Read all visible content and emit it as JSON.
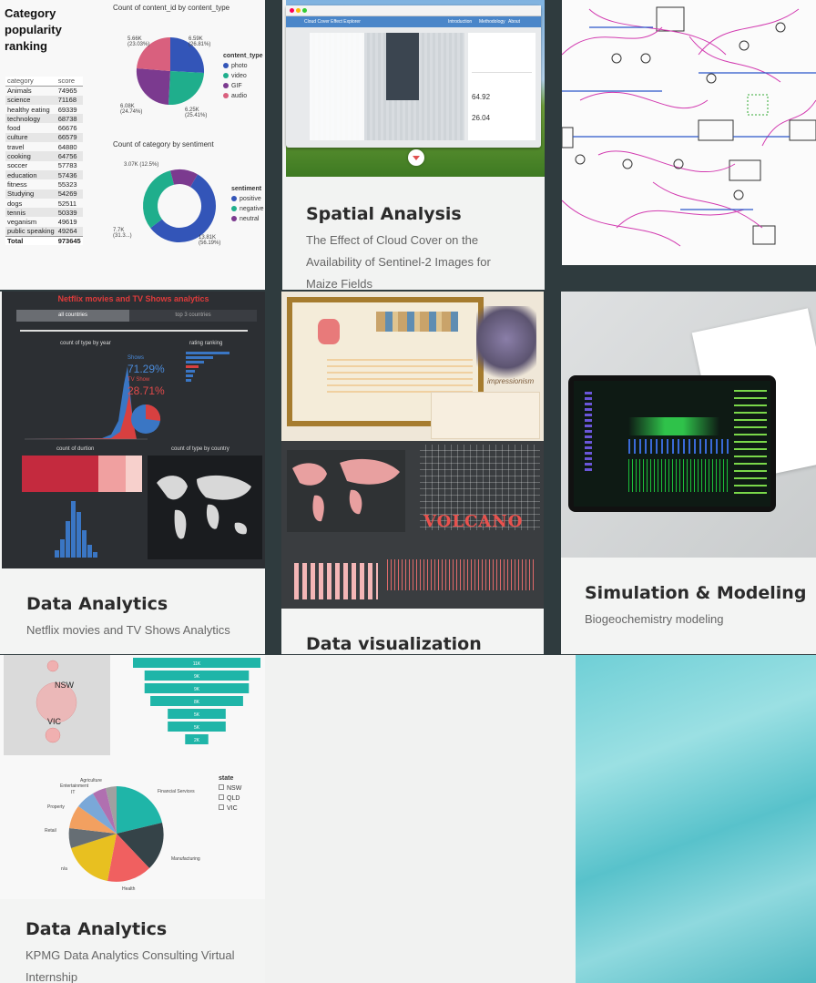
{
  "cards": [
    {
      "title": "Data Analytics",
      "description": "Category popularity ranking"
    },
    {
      "title": "Spatial Analysis",
      "description": "The Effect of Cloud Cover on the Availability of Sentinel-2 Images for Maize Fields"
    },
    {
      "title": "Simulation & Modeling",
      "description": "Biogeochemistry modeling"
    },
    {
      "title": "Data Analytics",
      "description": "Netflix movies and TV Shows Analytics"
    },
    {
      "title": "Data visualization",
      "description": "Impressionism & Volcano"
    },
    {
      "title": "Simulation & Modeling",
      "description": "Biogeochemistry modeling"
    },
    {
      "title": "Data Analytics",
      "description": "KPMG Data Analytics Consulting Virtual Internship"
    }
  ],
  "category_dashboard": {
    "heading": "Category popularity ranking",
    "pie_title": "Count of content_id by content_type",
    "donut_title": "Count of category by sentiment",
    "table_headers": [
      "category",
      "score"
    ],
    "rows": [
      [
        "Animals",
        "74965"
      ],
      [
        "science",
        "71168"
      ],
      [
        "healthy eating",
        "69339"
      ],
      [
        "technology",
        "68738"
      ],
      [
        "food",
        "66676"
      ],
      [
        "culture",
        "66579"
      ],
      [
        "travel",
        "64880"
      ],
      [
        "cooking",
        "64756"
      ],
      [
        "soccer",
        "57783"
      ],
      [
        "education",
        "57436"
      ],
      [
        "fitness",
        "55323"
      ],
      [
        "Studying",
        "54269"
      ],
      [
        "dogs",
        "52511"
      ],
      [
        "tennis",
        "50339"
      ],
      [
        "veganism",
        "49619"
      ],
      [
        "public speaking",
        "49264"
      ]
    ],
    "total_label": "Total",
    "total_value": "973645",
    "content_type_legend_title": "content_type",
    "content_type_legend": [
      "photo",
      "video",
      "GIF",
      "audio"
    ],
    "sentiment_legend_title": "sentiment",
    "sentiment_legend": [
      "positive",
      "negative",
      "neutral"
    ],
    "pie_labels": [
      "5.66K (23.03%)",
      "6.59K (26.81%)",
      "6.25K (25.41%)",
      "6.08K (24.74%)"
    ],
    "donut_labels": [
      "3.07K (12.5%)",
      "7.7K (31.3...)",
      "13.81K (56.19%)"
    ]
  },
  "spatial_screenshot": {
    "window_title": "Cloud Cover Effect Explorer",
    "nav": [
      "Introduction",
      "Methodology",
      "About"
    ],
    "value1": "64.92",
    "value2": "26.04"
  },
  "netflix": {
    "title": "Netflix movies and TV Shows analytics",
    "tabs": [
      "all countries",
      "top 3 countries"
    ],
    "chart1_title": "count of type by year",
    "shows_label": "Shows",
    "shows_pct": "71.29%",
    "tv_label": "TV Show",
    "tv_pct": "28.71%",
    "rating_title": "rating ranking",
    "duration_title": "count of durtion",
    "country_title": "count of type by country"
  },
  "dataviz": {
    "volcano": "VOLCANO",
    "impressionism": "impressionism"
  },
  "kpmg": {
    "states": [
      "NSW",
      "VIC"
    ],
    "legend_title": "state",
    "legend_items": [
      "NSW",
      "QLD",
      "VIC"
    ],
    "funnel_values": [
      "11K",
      "9K",
      "9K",
      "8K",
      "5K",
      "5K",
      "2K"
    ],
    "pie_labels": [
      "Financial Services",
      "Manufacturing",
      "Health",
      "n/a",
      "Retail",
      "Property",
      "Entertainment",
      "Agriculture",
      "IT"
    ]
  },
  "colors": {
    "accent": "#1fb5a8",
    "pink": "#d9607e",
    "blue": "#3355b8",
    "purple": "#7b3a8f",
    "netflix_red": "#e03b3b"
  }
}
